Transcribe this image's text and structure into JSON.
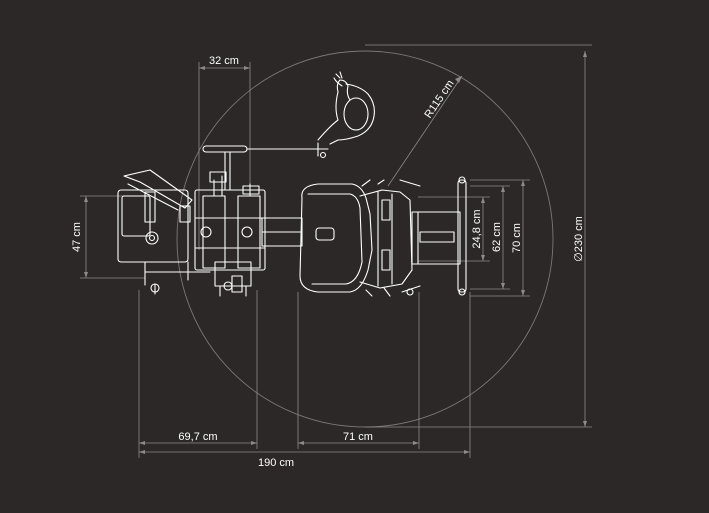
{
  "colors": {
    "background": "#2b2827",
    "line": "#ffffff",
    "dim_line": "#8d8a88",
    "circle": "#7a7775",
    "text": "#ffffff"
  },
  "dimensions": {
    "width_32": "32 cm",
    "radius": "R115 cm",
    "height_47": "47 cm",
    "depth_24_8": "24,8 cm",
    "depth_62": "62 cm",
    "depth_70": "70 cm",
    "diameter": "∅230 cm",
    "length_69_7": "69,7 cm",
    "length_71": "71 cm",
    "length_190": "190 cm"
  }
}
